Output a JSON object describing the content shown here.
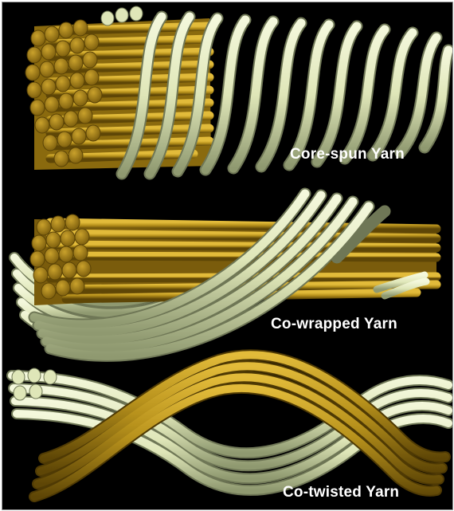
{
  "figure": {
    "captions": {
      "core_spun": "Core-spun Yarn",
      "co_wrapped": "Co-wrapped Yarn",
      "co_twisted": "Co-twisted Yarn"
    },
    "colors": {
      "background": "#000000",
      "gold_fiber": "#b8921c",
      "gold_fiber_shadow": "#6e5408",
      "cream_fiber": "#dfe6b8",
      "cream_fiber_shadow": "#8f9970"
    }
  }
}
